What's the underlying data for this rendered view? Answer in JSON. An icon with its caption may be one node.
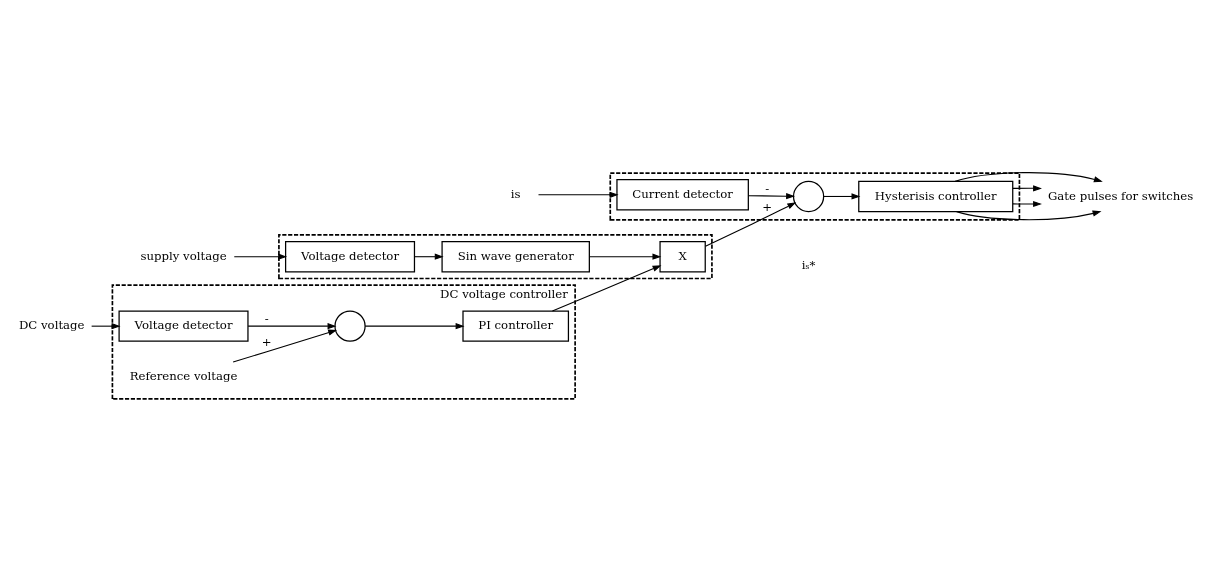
{
  "diagram": {
    "nodes": [
      {
        "text": [
          "DC voltage controller"
        ]
      },
      {
        "text": [
          "DC voltage"
        ]
      },
      {
        "text": [
          "Voltage detector"
        ],
        "in": 0
      },
      {
        "text": [],
        "shape": "circle",
        "in": 0
      },
      {
        "text": [
          "Reference voltage"
        ],
        "in": 0
      },
      {
        "text": [
          "PI controller"
        ],
        "in": 0
      },
      {
        "text": [],
        "shape": "box"
      },
      {
        "text": [
          "supply voltage"
        ]
      },
      {
        "text": [
          "Voltage detector"
        ],
        "in": 6
      },
      {
        "text": [
          "Sin wave generator"
        ],
        "in": 6
      },
      {
        "text": [
          "X"
        ],
        "in": 6
      },
      {
        "text": [],
        "shape": "box"
      },
      {
        "text": [],
        "shape": "circle",
        "in": 11
      },
      {
        "text": [
          "Hysterisis controller"
        ],
        "in": 11
      },
      {
        "text": [
          "is"
        ]
      },
      {
        "text": [
          "Current detector"
        ],
        "in": 11
      },
      {
        "text": [
          "Gate pulses for switches"
        ]
      }
    ],
    "edges": [
      {
        "from": 1,
        "to": 2,
        "arrow": "to"
      },
      {
        "from": 2,
        "to": 3,
        "arrow": "to",
        "label": "-"
      },
      {
        "from": 4,
        "to": 3,
        "arrow": "to",
        "label": "+"
      },
      {
        "from": 3,
        "to": 5,
        "arrow": "to"
      },
      {
        "from": 5,
        "to": 10,
        "arrow": "to"
      },
      {
        "from": 7,
        "to": 8,
        "arrow": "to"
      },
      {
        "from": 8,
        "to": 9,
        "arrow": "to"
      },
      {
        "from": 9,
        "to": 10,
        "arrow": "to"
      },
      {
        "from": 10,
        "to": 12,
        "arrow": "to",
        "label": "+"
      },
      {
        "from": 12,
        "to": 13,
        "arrow": "to"
      },
      {
        "from": 14,
        "to": 15,
        "arrow": "to"
      },
      {
        "from": 15,
        "to": 12,
        "arrow": "to",
        "label": "-"
      },
      {
        "from": 13,
        "to": 16,
        "arrow": "to"
      },
      {
        "from": 13,
        "to": 16,
        "arrow": "to"
      },
      {
        "from": 13,
        "to": 16,
        "arrow": "to"
      },
      {
        "from": 13,
        "to": 16,
        "arrow": "to"
      }
    ],
    "labels": [
      "iₛ*"
    ]
  }
}
